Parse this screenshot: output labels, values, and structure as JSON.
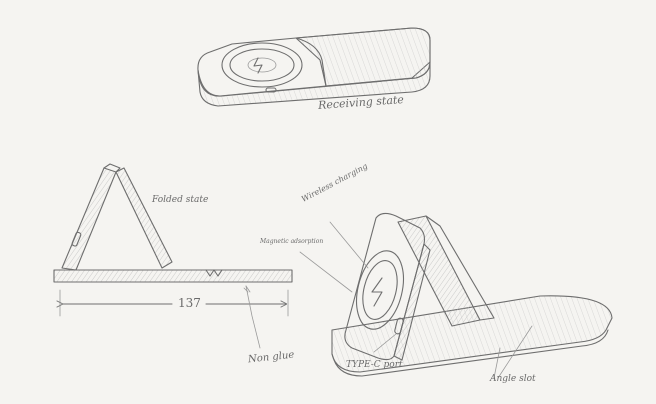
{
  "labels": {
    "receiving_state": "Receiving state",
    "folded_state": "Folded state",
    "wireless_charging": "Wireless charging",
    "magnetic_adsorption": "Magnetic adsorption",
    "type_c_port": "TYPE-C port",
    "non_glue": "Non glue",
    "angle_slot": "Angle slot",
    "dimension": "137"
  }
}
